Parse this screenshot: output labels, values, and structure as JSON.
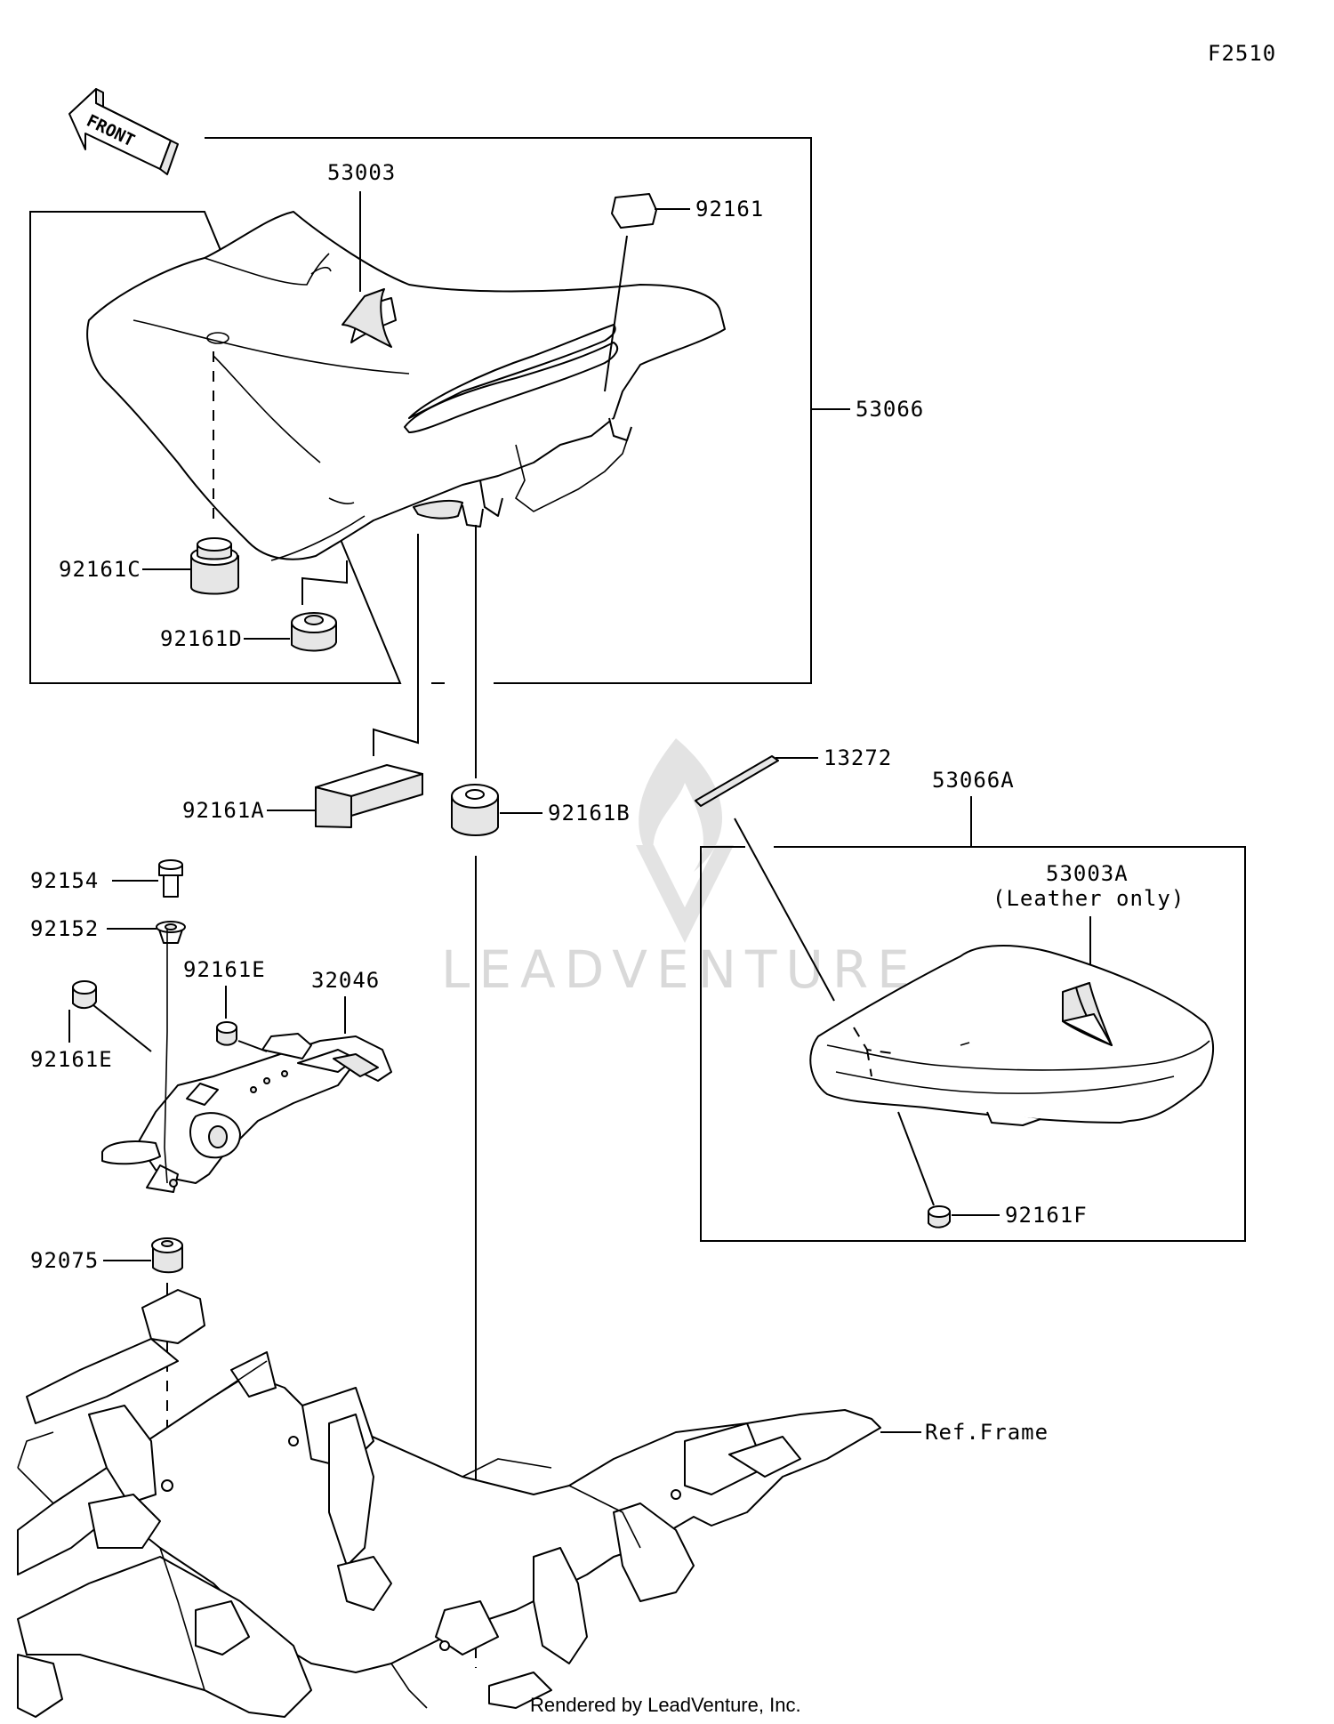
{
  "figure_code": "F2510",
  "front_label": "FRONT",
  "watermark": "LEADVENTURE",
  "footer": "Rendered by LeadVenture, Inc.",
  "parts": {
    "p53003": "53003",
    "p92161": "92161",
    "p53066": "53066",
    "p92161C": "92161C",
    "p92161D": "92161D",
    "p92161A": "92161A",
    "p92161B": "92161B",
    "p92154": "92154",
    "p92152": "92152",
    "p92161E_a": "92161E",
    "p92161E_b": "92161E",
    "p32046": "32046",
    "p92075": "92075",
    "p13272": "13272",
    "p53066A": "53066A",
    "p53003A": "53003A",
    "p53003A_note": "(Leather only)",
    "p92161F": "92161F",
    "ref_frame": "Ref.Frame"
  }
}
